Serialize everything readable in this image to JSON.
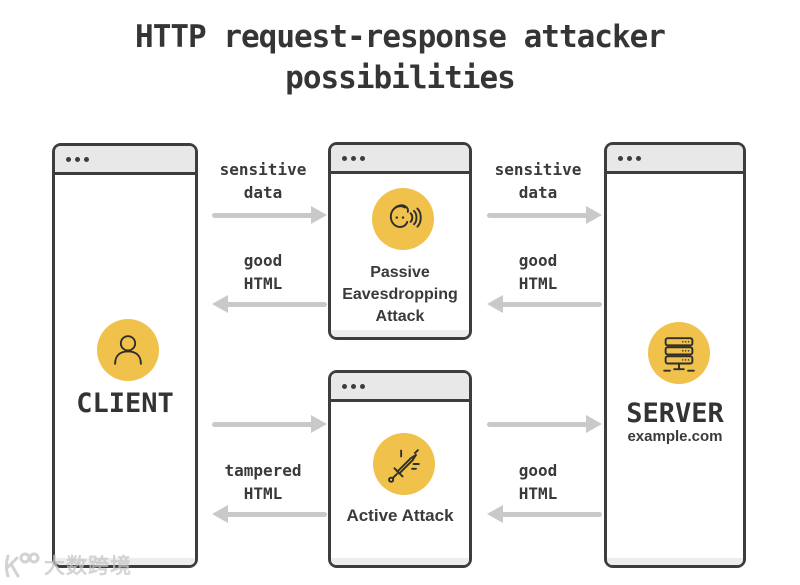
{
  "title": {
    "line1": "HTTP request-response attacker",
    "line2": "possibilities"
  },
  "colors": {
    "accent_yellow": "#F0C14B",
    "border_dark": "#3D3D3D",
    "titlebar_gray": "#E8E8E8",
    "footer_gray": "#EDEDED",
    "arrow_gray": "#C9C9C9",
    "text_dark": "#3A3A3A"
  },
  "nodes": {
    "client": {
      "label": "CLIENT",
      "icon": "person-icon"
    },
    "passive": {
      "label_line1": "Passive",
      "label_line2": "Eavesdropping",
      "label_line3": "Attack",
      "icon": "eavesdropper-icon"
    },
    "active": {
      "label": "Active Attack",
      "icon": "sword-icon"
    },
    "server": {
      "label": "SERVER",
      "domain": "example.com",
      "icon": "server-stack-icon"
    }
  },
  "flows": {
    "client_to_passive": {
      "direction": "right",
      "line1": "sensitive",
      "line2": "data"
    },
    "passive_to_client": {
      "direction": "left",
      "line1": "good",
      "line2": "HTML"
    },
    "passive_to_server": {
      "direction": "right",
      "line1": "sensitive",
      "line2": "data"
    },
    "server_to_passive": {
      "direction": "left",
      "line1": "good",
      "line2": "HTML"
    },
    "client_to_active": {
      "direction": "right",
      "line1": "",
      "line2": ""
    },
    "active_to_client": {
      "direction": "left",
      "line1": "tampered",
      "line2": "HTML"
    },
    "active_to_server": {
      "direction": "right",
      "line1": "",
      "line2": ""
    },
    "server_to_active": {
      "direction": "left",
      "line1": "good",
      "line2": "HTML"
    }
  },
  "watermark": {
    "text": "大数跨境"
  }
}
